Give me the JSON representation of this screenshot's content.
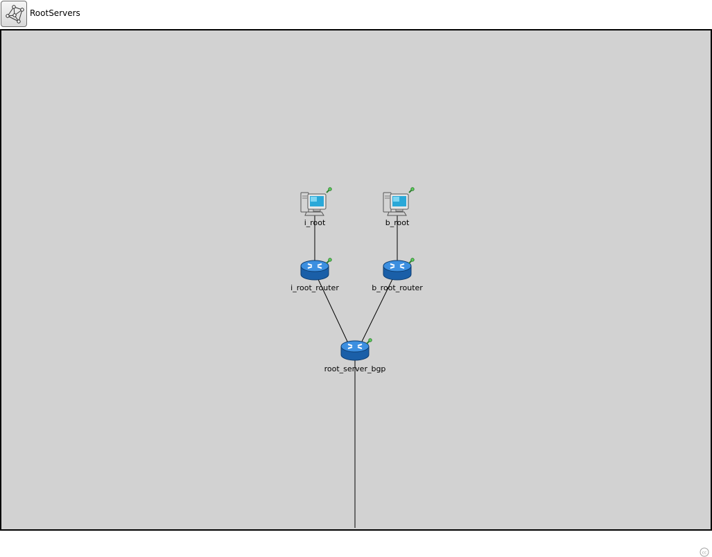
{
  "header": {
    "title": "RootServers",
    "icon": "network-icon"
  },
  "nodes": [
    {
      "id": "i_root",
      "label": "i_root",
      "type": "host-pc-icon"
    },
    {
      "id": "b_root",
      "label": "b_root",
      "type": "host-pc-icon"
    },
    {
      "id": "i_root_router",
      "label": "i_root_router",
      "type": "router-icon"
    },
    {
      "id": "b_root_router",
      "label": "b_root_router",
      "type": "router-icon"
    },
    {
      "id": "root_server_bgp",
      "label": "root_server_bgp",
      "type": "router-icon"
    }
  ],
  "links": [
    [
      "i_root",
      "i_root_router"
    ],
    [
      "b_root",
      "b_root_router"
    ],
    [
      "i_root_router",
      "root_server_bgp"
    ],
    [
      "b_root_router",
      "root_server_bgp"
    ]
  ],
  "colors": {
    "canvas": "#d2d2d2",
    "router": "#1f6fbf",
    "edge": "#000000"
  }
}
